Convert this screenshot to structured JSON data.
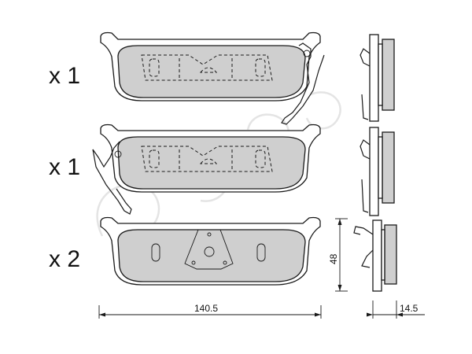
{
  "quantities": {
    "row1": "x 1",
    "row2": "x 1",
    "row3": "x 2"
  },
  "dimensions": {
    "width": "140.5",
    "height": "48",
    "thickness": "14.5"
  },
  "colors": {
    "pad_fill": "#cfcfcf",
    "line": "#1a1a1a",
    "watermark": "#e4e4e4"
  }
}
